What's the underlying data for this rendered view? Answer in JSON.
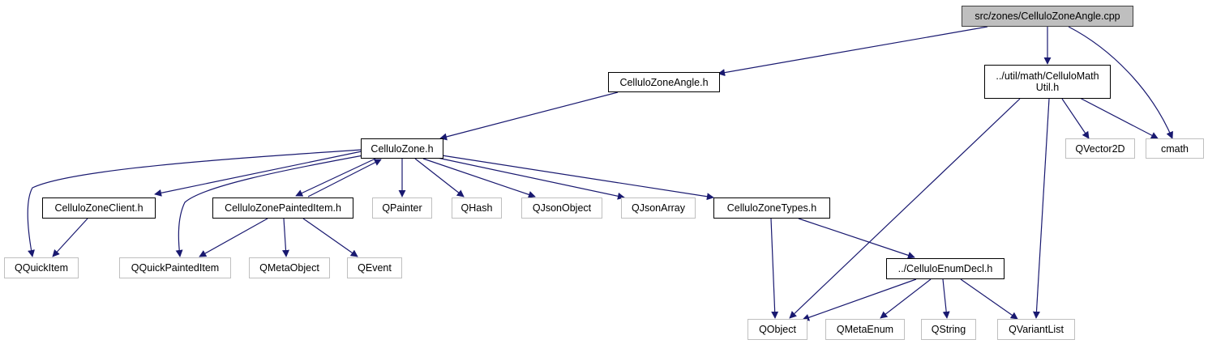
{
  "colors": {
    "edge": "#191970",
    "root_fill": "#bfbfbf",
    "external_border": "#bfbfbf",
    "local_border": "#000000"
  },
  "nodes": {
    "root": "src/zones/CelluloZoneAngle.cpp",
    "zone_angle_h": "CelluloZoneAngle.h",
    "math_util_h": "../util/math/CelluloMath\nUtil.h",
    "zone_h": "CelluloZone.h",
    "qvector2d": "QVector2D",
    "cmath": "cmath",
    "zone_client_h": "CelluloZoneClient.h",
    "zone_painted_item_h": "CelluloZonePaintedItem.h",
    "qpainter": "QPainter",
    "qhash": "QHash",
    "qjsonobject": "QJsonObject",
    "qjsonarray": "QJsonArray",
    "zone_types_h": "CelluloZoneTypes.h",
    "qquickitem": "QQuickItem",
    "qquickpainteditem": "QQuickPaintedItem",
    "qmetaobject": "QMetaObject",
    "qevent": "QEvent",
    "enum_decl_h": "../CelluloEnumDecl.h",
    "qobject": "QObject",
    "qmetaenum": "QMetaEnum",
    "qstring": "QString",
    "qvariantlist": "QVariantList"
  }
}
